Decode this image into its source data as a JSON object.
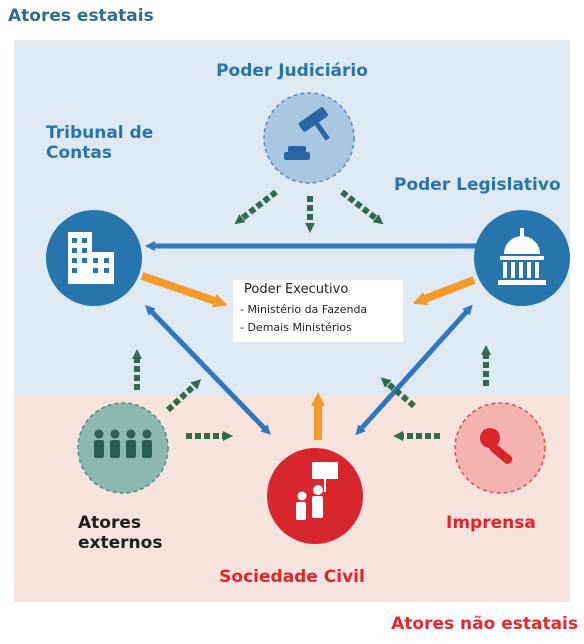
{
  "headers": {
    "state_actors": "Atores estatais",
    "non_state_actors": "Atores não estatais"
  },
  "nodes": {
    "judiciario": {
      "label": "Poder Judiciário",
      "icon": "gavel-icon"
    },
    "tribunal": {
      "label_line1": "Tribunal de",
      "label_line2": "Contas",
      "icon": "buildings-icon"
    },
    "legislativo": {
      "label": "Poder Legislativo",
      "icon": "capitol-icon"
    },
    "externos": {
      "label_line1": "Atores",
      "label_line2": "externos",
      "icon": "people-group-icon"
    },
    "sociedade": {
      "label": "Sociedade Civil",
      "icon": "protest-sign-icon"
    },
    "imprensa": {
      "label": "Imprensa",
      "icon": "microphone-icon"
    }
  },
  "executivo": {
    "title": "Poder Executivo",
    "items": [
      "- Ministério da Fazenda",
      "- Demais Ministérios"
    ]
  },
  "colors": {
    "blue_node": "#2676ad",
    "red_node": "#d8262e",
    "teal_node": "#4f8f86",
    "arrow_blue": "#2f78bf",
    "arrow_orange": "#f39a29",
    "arrow_green": "#2e6b50",
    "state_bg": "#dfe9f2",
    "nonstate_bg": "#f7e3dd"
  }
}
